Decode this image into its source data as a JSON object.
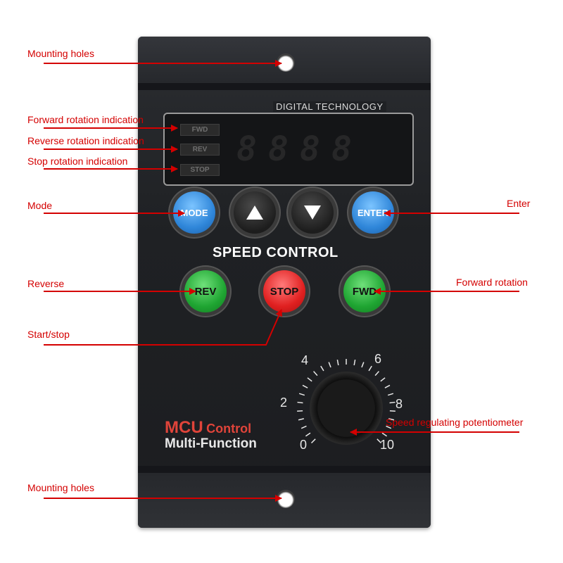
{
  "device": {
    "screen_title": "DIGITAL TECHNOLOGY",
    "indicators": [
      "FWD",
      "REV",
      "STOP"
    ],
    "display_digits": [
      "8",
      "8",
      "8",
      "8"
    ],
    "buttons": {
      "mode": "MODE",
      "enter": "ENTER",
      "rev": "REV",
      "stop": "STOP",
      "fwd": "FWD"
    },
    "up_icon": "triangle-up-icon",
    "down_icon": "triangle-down-icon",
    "speed_control": "SPEED CONTROL",
    "brand_line1_a": "MCU",
    "brand_line1_b": "Control",
    "brand_line2": "Multi-Function",
    "dial_numbers": [
      "0",
      "2",
      "4",
      "6",
      "8",
      "10"
    ]
  },
  "annotations": {
    "mounting_top": "Mounting holes",
    "forward_indication": "Forward rotation indication",
    "reverse_indication": "Reverse rotation indication",
    "stop_indication": "Stop rotation indication",
    "mode": "Mode",
    "enter": "Enter",
    "reverse": "Reverse",
    "forward_rotation": "Forward rotation",
    "start_stop": "Start/stop",
    "potentiometer": "Speed regulating potentiometer",
    "mounting_bottom": "Mounting holes"
  },
  "colors": {
    "annotation": "#d40000",
    "panel": "#1f2124",
    "mode_enter": "#2f86d9",
    "rev_fwd": "#1fa532",
    "stop": "#e02020"
  }
}
